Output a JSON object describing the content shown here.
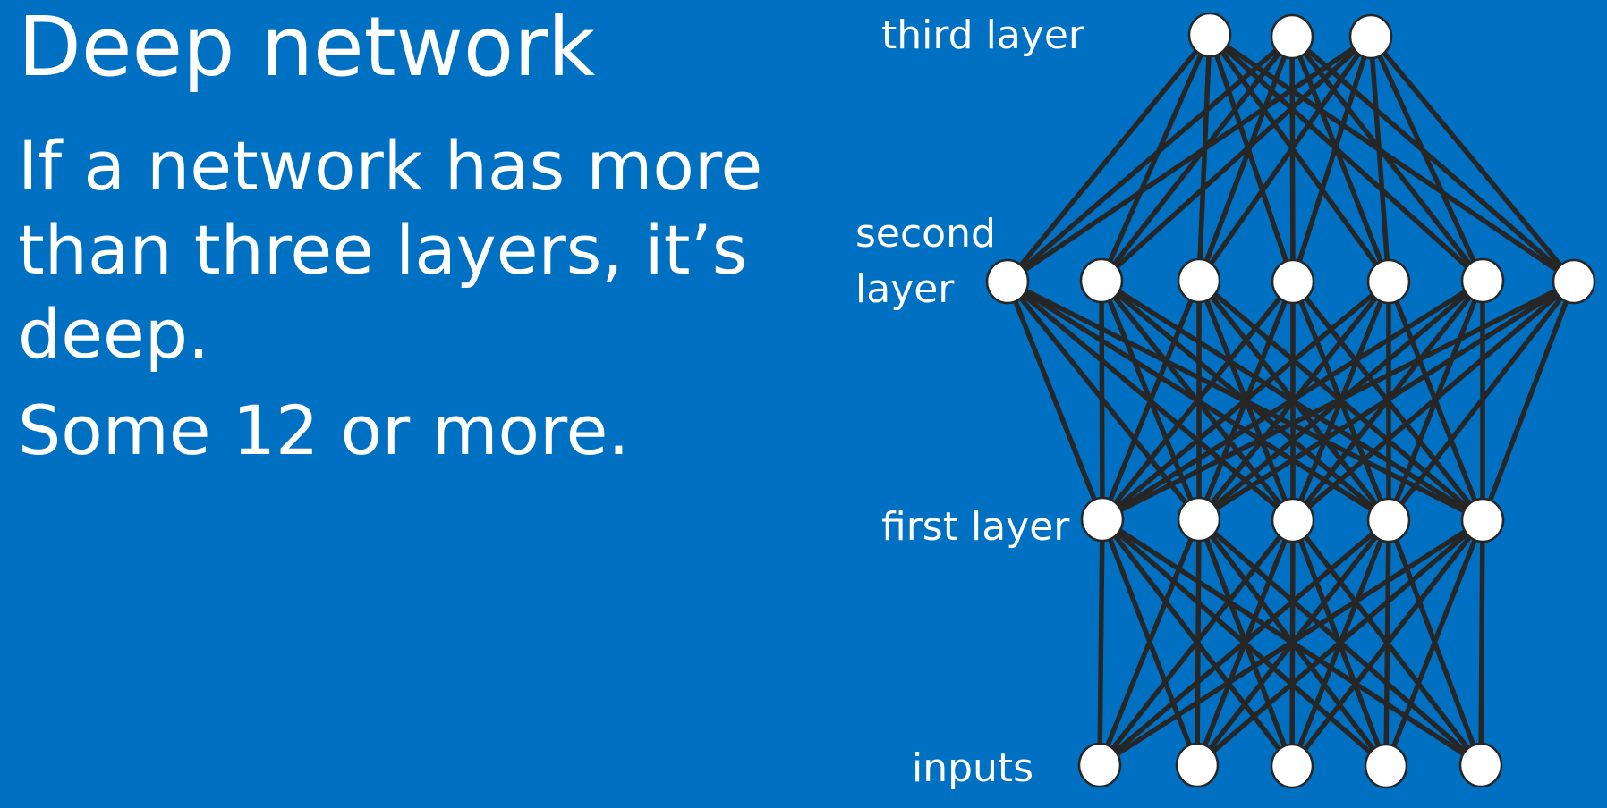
{
  "slide": {
    "title": "Deep network",
    "body_lines": [
      "If a network has more",
      "than three layers, it’s",
      "deep."
    ],
    "note": "Some 12 or more."
  },
  "diagram": {
    "labels": {
      "third": "third layer",
      "second_1": "second",
      "second_2": "layer",
      "first": "first layer",
      "inputs": "inputs"
    },
    "layers": [
      {
        "name": "inputs",
        "node_count": 5
      },
      {
        "name": "first layer",
        "node_count": 5
      },
      {
        "name": "second layer",
        "node_count": 7
      },
      {
        "name": "third layer",
        "node_count": 3
      }
    ],
    "connectivity": "fully-connected"
  },
  "colors": {
    "background": "#0070c3",
    "text": "#ffffff",
    "edges": "#262626",
    "nodes": "#ffffff"
  }
}
